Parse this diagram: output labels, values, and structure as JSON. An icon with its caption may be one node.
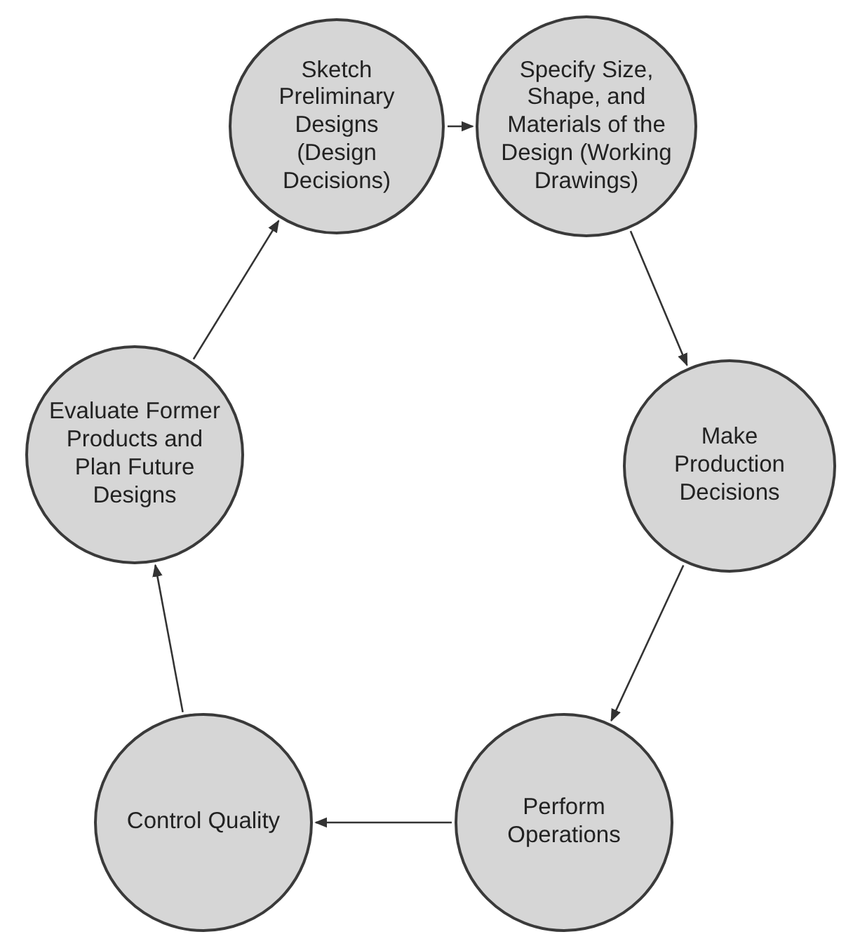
{
  "diagram": {
    "nodes": [
      {
        "text": [
          "Sketch Preliminary Designs (Design Decisions)"
        ]
      },
      {
        "text": [
          "Specify Size, Shape, and Materials of the Design (Working Drawings)"
        ]
      },
      {
        "text": [
          "Make Production Decisions"
        ]
      },
      {
        "text": [
          "Perform Operations"
        ]
      },
      {
        "text": [
          "Control Quality"
        ]
      },
      {
        "text": [
          "Evaluate Former Products and Plan Future Designs"
        ]
      }
    ],
    "edges": [
      {
        "from": 0,
        "to": 1,
        "arrow": "to"
      },
      {
        "from": 1,
        "to": 2,
        "arrow": "to"
      },
      {
        "from": 2,
        "to": 3,
        "arrow": "to"
      },
      {
        "from": 3,
        "to": 4,
        "arrow": "to"
      },
      {
        "from": 4,
        "to": 5,
        "arrow": "to"
      },
      {
        "from": 5,
        "to": 0,
        "arrow": "to"
      }
    ]
  }
}
